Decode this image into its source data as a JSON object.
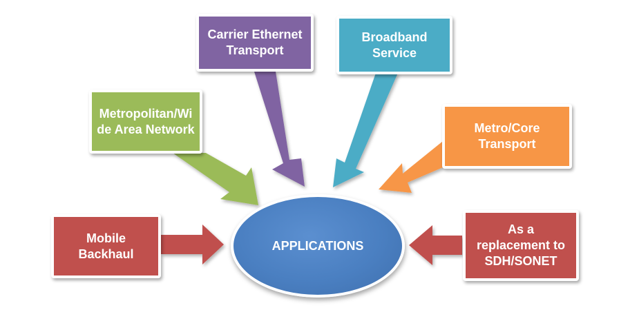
{
  "hub": {
    "label": "APPLICATIONS",
    "color": "#4a7fc1"
  },
  "nodes": {
    "carrier_ethernet": {
      "label": "Carrier Ethernet\nTransport",
      "color": "#8064a2"
    },
    "broadband": {
      "label": "Broadband\nService",
      "color": "#4bacc6"
    },
    "metro_wide": {
      "label": "Metropolitan/Wi\nde Area Network",
      "color": "#9bbb59"
    },
    "metro_core": {
      "label": "Metro/Core\nTransport",
      "color": "#f79646"
    },
    "mobile_backhaul": {
      "label": "Mobile\nBackhaul",
      "color": "#c0504d"
    },
    "sdh_replacement": {
      "label": "As a\nreplacement to\nSDH/SONET",
      "color": "#c0504d"
    }
  }
}
